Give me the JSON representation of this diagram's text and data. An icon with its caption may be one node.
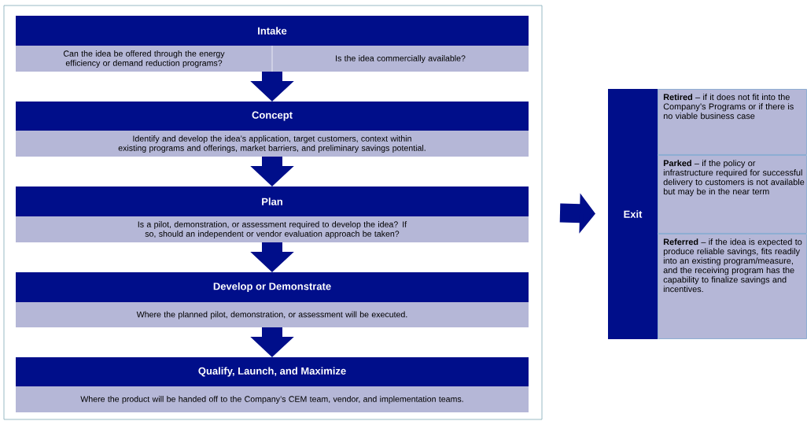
{
  "diagram": {
    "nodes": [
      {
        "text": [],
        "shape": "box"
      },
      {
        "text": [
          "Intake",
          "Can the idea be offered through the energy efficiency or demand reduction programs?",
          "Is the idea commercially available?"
        ],
        "in": 0
      },
      {
        "text": [
          "Concept",
          "Identify and develop the idea’s application, target customers, context within existing programs and offerings, market barriers, and preliminary savings potential."
        ],
        "in": 0
      },
      {
        "text": [
          "Plan",
          "Is a pilot, demonstration, or assessment required to develop the idea? If so, should an independent or vendor evaluation approach be taken?"
        ],
        "in": 0
      },
      {
        "text": [
          "Develop or Demonstrate",
          "Where the planned pilot, demonstration, or assessment will be executed."
        ],
        "in": 0
      },
      {
        "text": [
          "Qualify, Launch, and Maximize",
          "Where the product will be handed off to the Company’s CEM team, vendor, and implementation teams."
        ],
        "in": 0
      },
      {
        "text": [
          "Exit"
        ]
      },
      {
        "text": [
          "**Retired** – if it does not fit into the Company’s Programs or if there is no viable business case"
        ]
      },
      {
        "text": [
          "**Parked** – if the policy or infrastructure required for successful delivery to customers is not available but may be in the near term"
        ]
      },
      {
        "text": [
          "**Referred** – if the idea is expected to produce reliable savings, fits readily into an existing program/measure, and the receiving program has the capability to finalize savings and incentives."
        ]
      }
    ],
    "edges": [
      {
        "from": 1,
        "to": 2,
        "arrow": "to"
      },
      {
        "from": 2,
        "to": 3,
        "arrow": "to"
      },
      {
        "from": 3,
        "to": 4,
        "arrow": "to"
      },
      {
        "from": 4,
        "to": 5,
        "arrow": "to"
      },
      {
        "from": 0,
        "to": 6,
        "arrow": "to"
      }
    ]
  }
}
